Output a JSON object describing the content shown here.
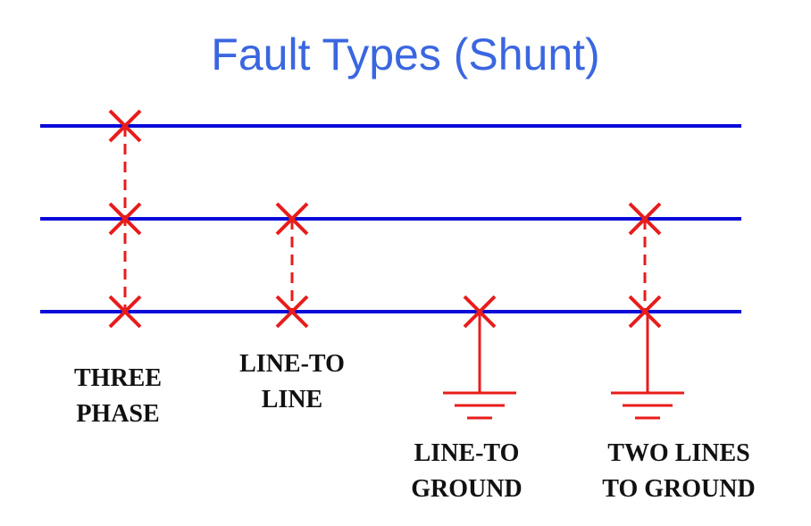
{
  "title": "Fault Types (Shunt)",
  "colors": {
    "line": "#0a0ad8",
    "fault": "#e81c1c",
    "title": "#3a66e0"
  },
  "labels": [
    {
      "line1": "THREE",
      "line2": "PHASE"
    },
    {
      "line1": "LINE-TO",
      "line2": "LINE"
    },
    {
      "line1": "LINE-TO",
      "line2": "GROUND"
    },
    {
      "line1": "TWO LINES",
      "line2": "TO GROUND"
    }
  ]
}
